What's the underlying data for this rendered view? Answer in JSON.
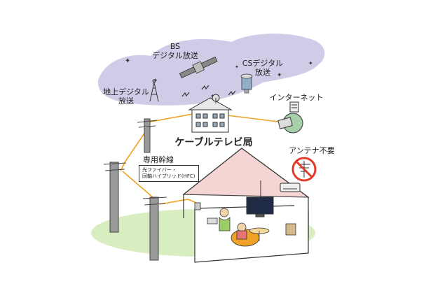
{
  "labels": {
    "bs": "BS",
    "bs_sub": "デジタル放送",
    "cs": "CSデジタル",
    "cs_sub": "放送",
    "terrestrial": "地上デジタル",
    "terrestrial_sub": "放送",
    "internet": "インターネット",
    "station": "ケーブルテレビ局",
    "trunk": "専用幹線",
    "fiber_line1": "光ファイバー・",
    "fiber_line2": "同軸ハイブリッド(HFC)",
    "no_antenna": "アンテナ不要"
  },
  "colors": {
    "sky": "#cfc8e6",
    "cable": "#f0a024",
    "ground": "#d8eec0",
    "roof": "#f4d0d0",
    "wall": "#ffffff",
    "no_sign": "#e23b2a",
    "pole": "#9a9a9a"
  }
}
